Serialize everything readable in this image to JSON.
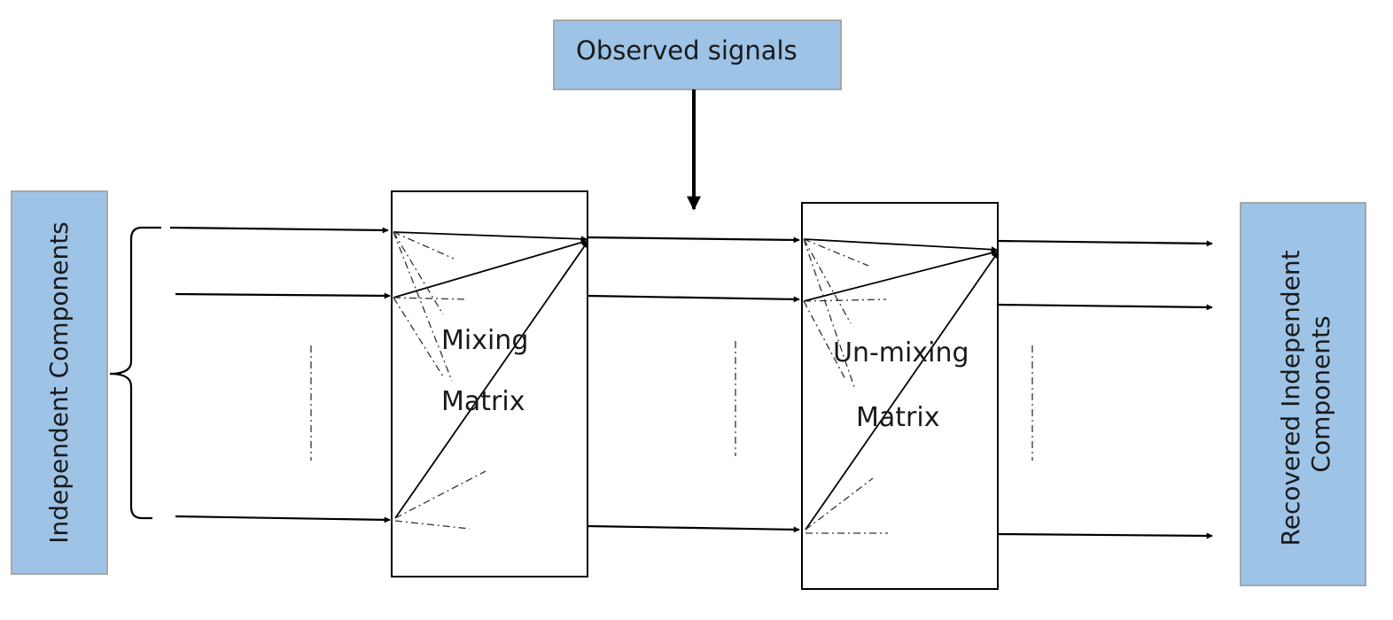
{
  "diagram": {
    "observed_label": "Observed signals",
    "input_label": "Independent Components",
    "output_label_line1": "Recovered Independent",
    "output_label_line2": "Components",
    "mixing_line1": "Mixing",
    "mixing_line2": "Matrix",
    "unmixing_line1": "Un-mixing",
    "unmixing_line2": "Matrix"
  }
}
